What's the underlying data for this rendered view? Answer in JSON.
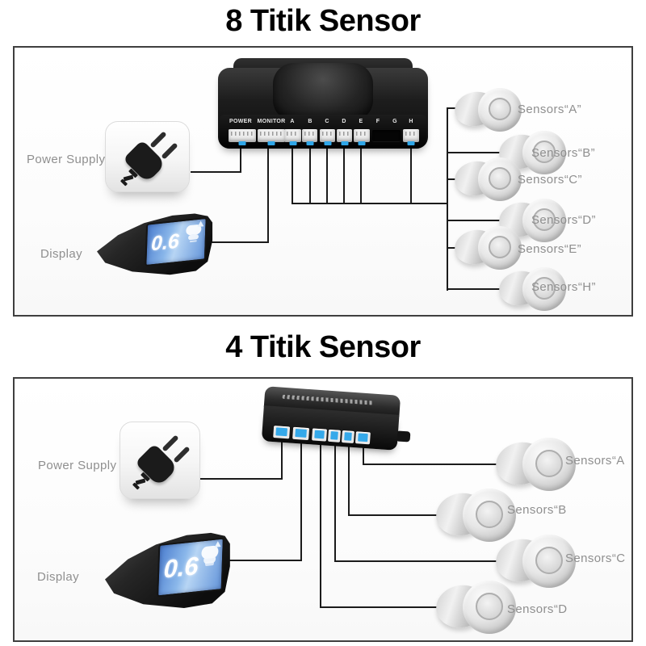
{
  "colors": {
    "wire": "#1b1b1b",
    "accent_blue": "#2fa7e9",
    "label_gray": "#8f8f8f",
    "screen_blue": "#6f9fdd"
  },
  "sections": [
    {
      "title": "8 Titik Sensor",
      "power_supply_label": "Power Supply",
      "display_label": "Display",
      "display_reading": "0.6",
      "ports": [
        "POWER",
        "MONITOR",
        "A",
        "B",
        "C",
        "D",
        "E",
        "F",
        "G",
        "H"
      ],
      "sensors": [
        "Sensors“A”",
        "Sensors“B”",
        "Sensors“C”",
        "Sensors“D”",
        "Sensors“E”",
        "Sensors“H”"
      ]
    },
    {
      "title": "4 Titik Sensor",
      "power_supply_label": "Power Supply",
      "display_label": "Display",
      "display_reading": "0.6",
      "sensors": [
        "Sensors“A",
        "Sensors“B",
        "Sensors“C",
        "Sensors“D"
      ]
    }
  ]
}
